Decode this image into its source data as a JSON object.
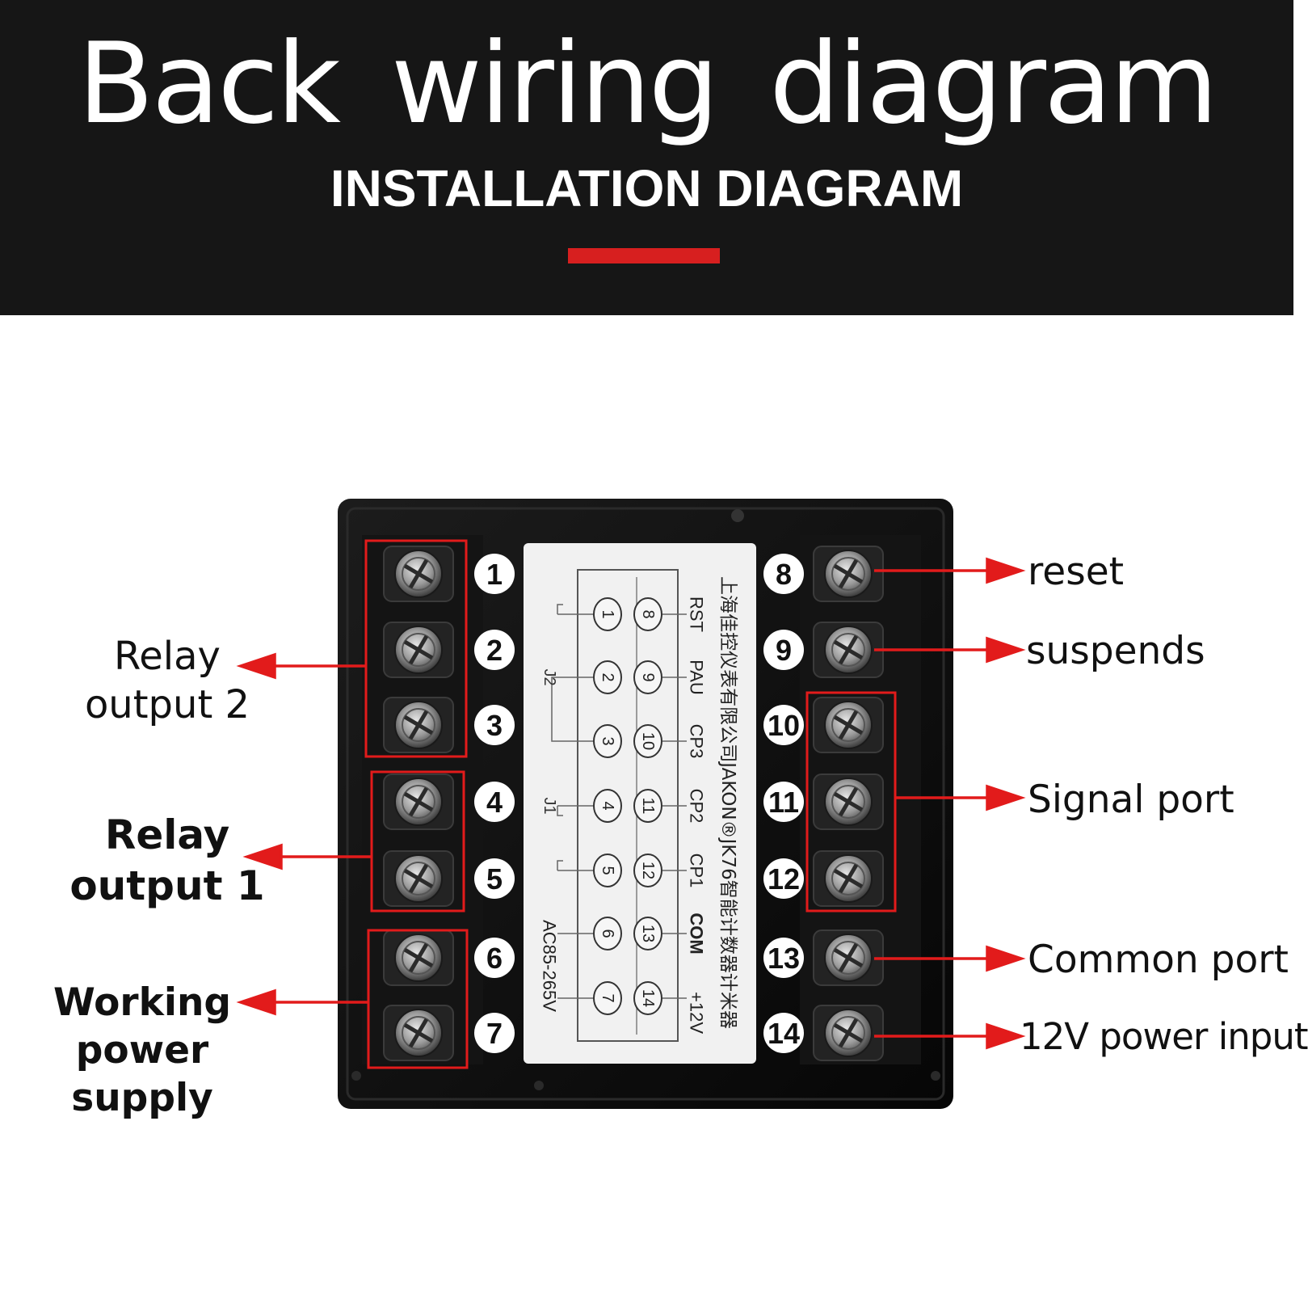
{
  "header": {
    "title": "Back wiring diagram",
    "subtitle": "INSTALLATION DIAGRAM",
    "accent_color": "#d71f1f"
  },
  "terminals_left": [
    "1",
    "2",
    "3",
    "4",
    "5",
    "6",
    "7"
  ],
  "terminals_right": [
    "8",
    "9",
    "10",
    "11",
    "12",
    "13",
    "14"
  ],
  "left_labels": {
    "relay2": {
      "line1": "Relay",
      "line2": "output 2"
    },
    "relay1": {
      "line1": "Relay",
      "line2": "output 1"
    },
    "power": {
      "line1": "Working",
      "line2": "power supply"
    }
  },
  "right_labels": {
    "reset": "reset",
    "suspends": "suspends",
    "signal": "Signal port",
    "common": "Common port",
    "power12": "12V power input"
  },
  "sticker": {
    "company_text": "上海佳控仪表有限公司JAKON®JK76智能计数器计米器",
    "signals": [
      "RST",
      "PAU",
      "CP3",
      "CP2",
      "CP1",
      "COM",
      "+12V"
    ],
    "jumpers": [
      "J2",
      "J1"
    ],
    "supply": "AC85-265V",
    "pins_left": [
      "1",
      "2",
      "3",
      "4",
      "5",
      "6",
      "7"
    ],
    "pins_right": [
      "8",
      "9",
      "10",
      "11",
      "12",
      "13",
      "14"
    ]
  },
  "colors": {
    "arrow": "#e21b1b",
    "device": "#0d0d0d",
    "screw": "#8c8c8c"
  }
}
